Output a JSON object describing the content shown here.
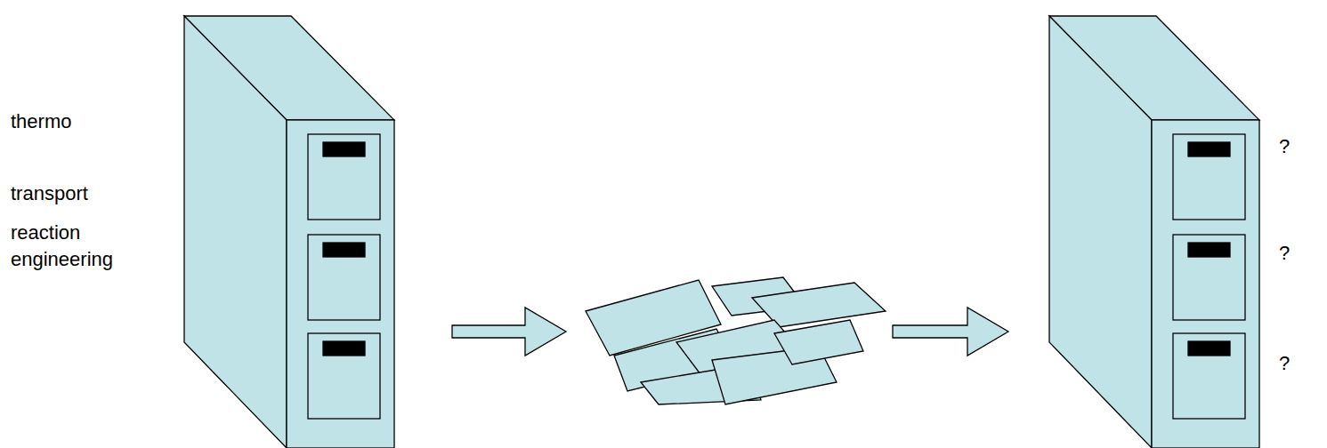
{
  "diagram": {
    "labels": [
      "thermo",
      "transport",
      "reaction engineering",
      "?",
      "?",
      "?"
    ]
  }
}
